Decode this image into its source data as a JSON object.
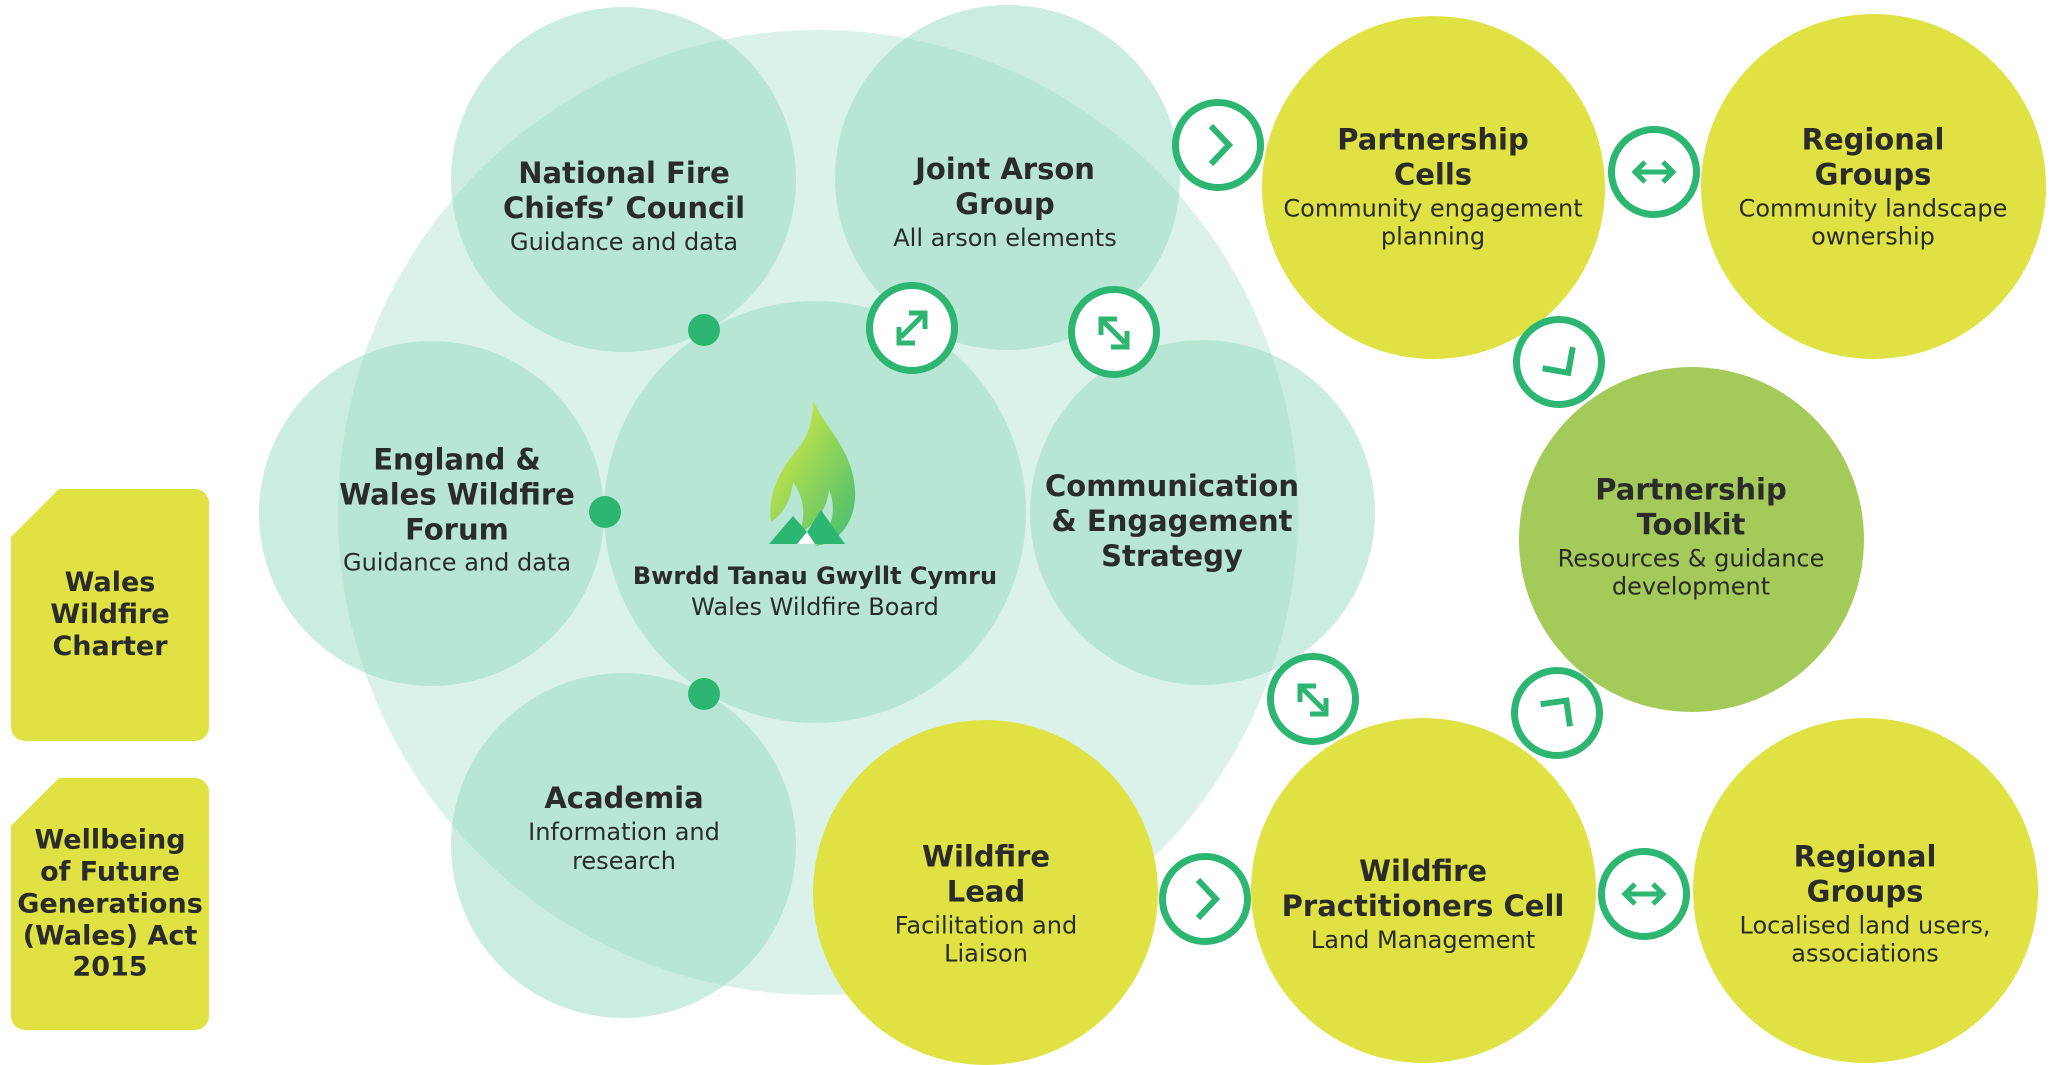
{
  "cards": {
    "charter": "Wales\nWildfire\nCharter",
    "wellbeing": "Wellbeing\nof Future\nGenerations\n(Wales) Act\n2015"
  },
  "nodes": {
    "nfcc": {
      "title": "National Fire\nChiefs’ Council",
      "subtitle": "Guidance and data"
    },
    "jag": {
      "title": "Joint Arson\nGroup",
      "subtitle": "All arson elements"
    },
    "ewwf": {
      "title": "England &\nWales Wildfire\nForum",
      "subtitle": "Guidance and data"
    },
    "board": {
      "title": "Bwrdd Tanau Gwyllt Cymru",
      "subtitle": "Wales Wildfire Board"
    },
    "comms": {
      "title": "Communication\n& Engagement\nStrategy",
      "subtitle": ""
    },
    "academia": {
      "title": "Academia",
      "subtitle": "Information and\nresearch"
    },
    "lead": {
      "title": "Wildfire\nLead",
      "subtitle": "Facilitation and\nLiaison"
    },
    "pcells": {
      "title": "Partnership\nCells",
      "subtitle": "Community engagement\nplanning"
    },
    "rg_top": {
      "title": "Regional\nGroups",
      "subtitle": "Community landscape\nownership"
    },
    "toolkit": {
      "title": "Partnership\nToolkit",
      "subtitle": "Resources & guidance\ndevelopment"
    },
    "practitioners": {
      "title": "Wildfire\nPractitioners Cell",
      "subtitle": "Land Management"
    },
    "rg_bottom": {
      "title": "Regional\nGroups",
      "subtitle": "Localised land users,\nassociations"
    }
  },
  "colors": {
    "mint": "#8cd8bc",
    "yellow": "#dfe242",
    "green": "#a4ca5a",
    "accent": "#2db572"
  },
  "icons": [
    "arrow-right-icon",
    "arrow-bidirectional-icon",
    "arrow-diagonal-icon",
    "corner-arrow-icon",
    "flame-logo-icon"
  ]
}
